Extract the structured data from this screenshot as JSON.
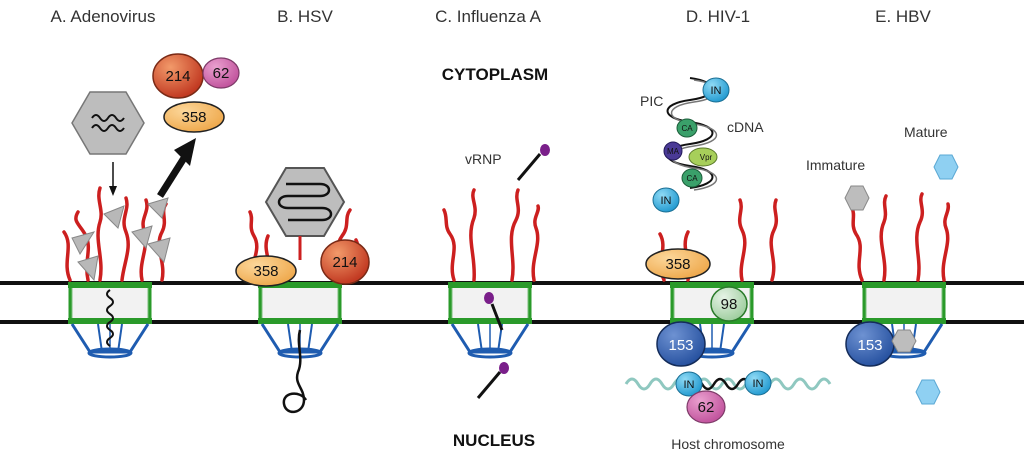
{
  "panels": {
    "a": "A. Adenovirus",
    "b": "B. HSV",
    "c": "C. Influenza A",
    "d": "D. HIV-1",
    "e": "E. HBV"
  },
  "regions": {
    "cytoplasm": "CYTOPLASM",
    "nucleus": "NUCLEUS"
  },
  "labels": {
    "vrnp": "vRNP",
    "pic": "PIC",
    "cdna": "cDNA",
    "immature": "Immature",
    "mature": "Mature",
    "host_chromosome": "Host chromosome"
  },
  "proteins": {
    "n214": "214",
    "n62": "62",
    "n358": "358",
    "n98": "98",
    "n153": "153",
    "in": "IN",
    "ma": "MA",
    "vpr": "Vpr",
    "ca": "CA"
  },
  "colors": {
    "filament": "#cc1f1f",
    "npc_ring": "#2a9a2a",
    "basket": "#1f5cb0",
    "nup358": "#f2b05a",
    "nup214": "#d0402a",
    "nup62": "#cc5ea8",
    "nup153": "#2f5eac",
    "integrase": "#29a6d8",
    "capsid_grey": "#bdbdbd",
    "hbv_mature": "#8fd0f2",
    "membrane": "#111111"
  }
}
